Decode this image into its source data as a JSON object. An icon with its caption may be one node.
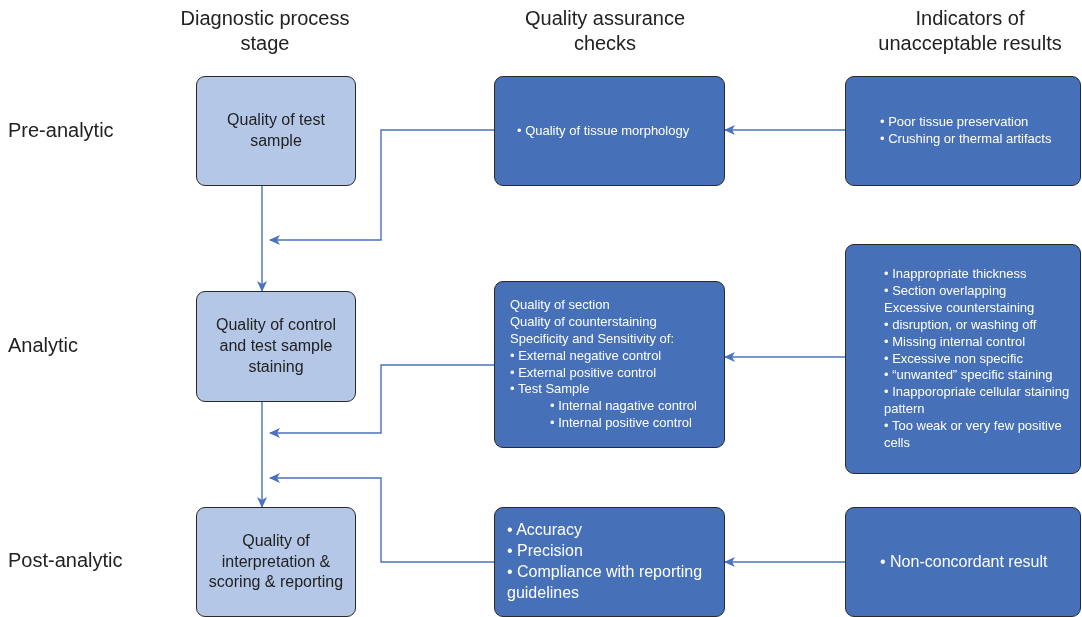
{
  "diagram": {
    "nodes": [
      {
        "text": [
          "Quality of test sample"
        ]
      },
      {
        "text": [
          "Quality of control and test sample staining"
        ]
      },
      {
        "text": [
          "Quality of interpretation & scoring & reporting"
        ]
      },
      {
        "text": [
          "• Quality of tissue morphology"
        ]
      },
      {
        "text": [
          "Quality of section",
          "Quality of counterstaining",
          "Specificity and Sensitivity of:",
          "• External negative control",
          "• External positive control",
          "• Test Sample",
          "• Internal nagative control",
          "• Internal positive control"
        ]
      },
      {
        "text": [
          "• Accuracy",
          "• Precision",
          "• Compliance with reporting guidelines"
        ]
      },
      {
        "text": [
          "• Poor tissue preservation",
          "• Crushing or thermal artifacts"
        ]
      },
      {
        "text": [
          "• Inappropriate thickness",
          "• Section overlapping",
          "Excessive counterstaining",
          "• disruption, or washing off",
          "• Missing internal control",
          "• Excessive non specific",
          "• “unwanted” specific staining",
          "• Inapporopriate cellular staining pattern",
          "• Too weak or very few positive cells"
        ]
      },
      {
        "text": [
          "• Non-concordant result"
        ]
      }
    ],
    "edges": [
      {
        "from": 0,
        "to": 1,
        "arrow": "to"
      },
      {
        "from": 1,
        "to": 2,
        "arrow": "to"
      },
      {
        "from": 3,
        "to": null,
        "arrow": "to"
      },
      {
        "from": 4,
        "to": null,
        "arrow": "to"
      },
      {
        "from": 5,
        "to": null,
        "arrow": "to"
      },
      {
        "from": 6,
        "to": 3,
        "arrow": "to"
      },
      {
        "from": 7,
        "to": 4,
        "arrow": "to"
      },
      {
        "from": 8,
        "to": 5,
        "arrow": "to"
      }
    ],
    "labels": [
      "Diagnostic process stage",
      "Quality assurance checks",
      "Indicators of unacceptable results",
      "Pre-analytic",
      "Analytic",
      "Post-analytic"
    ]
  }
}
